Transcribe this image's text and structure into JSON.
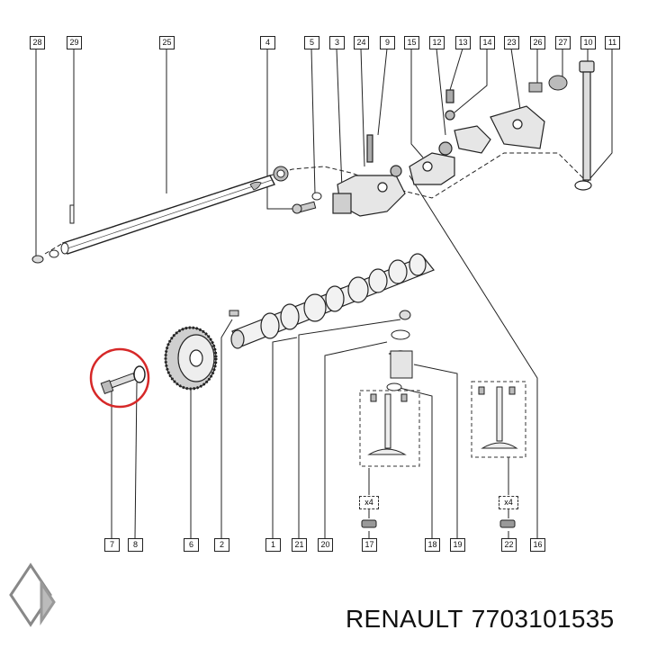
{
  "brand": {
    "name": "RENAULT",
    "part_number": "7703101535"
  },
  "top_labels": [
    "28",
    "29",
    "25",
    "4",
    "5",
    "3",
    "24",
    "9",
    "15",
    "12",
    "13",
    "14",
    "23",
    "26",
    "27",
    "10",
    "11"
  ],
  "bottom_labels": [
    "7",
    "8",
    "6",
    "2",
    "1",
    "21",
    "20",
    "17",
    "18",
    "19",
    "22",
    "16"
  ],
  "multiplier_left": "x4",
  "multiplier_right": "x4",
  "highlight_color": "#d62828"
}
